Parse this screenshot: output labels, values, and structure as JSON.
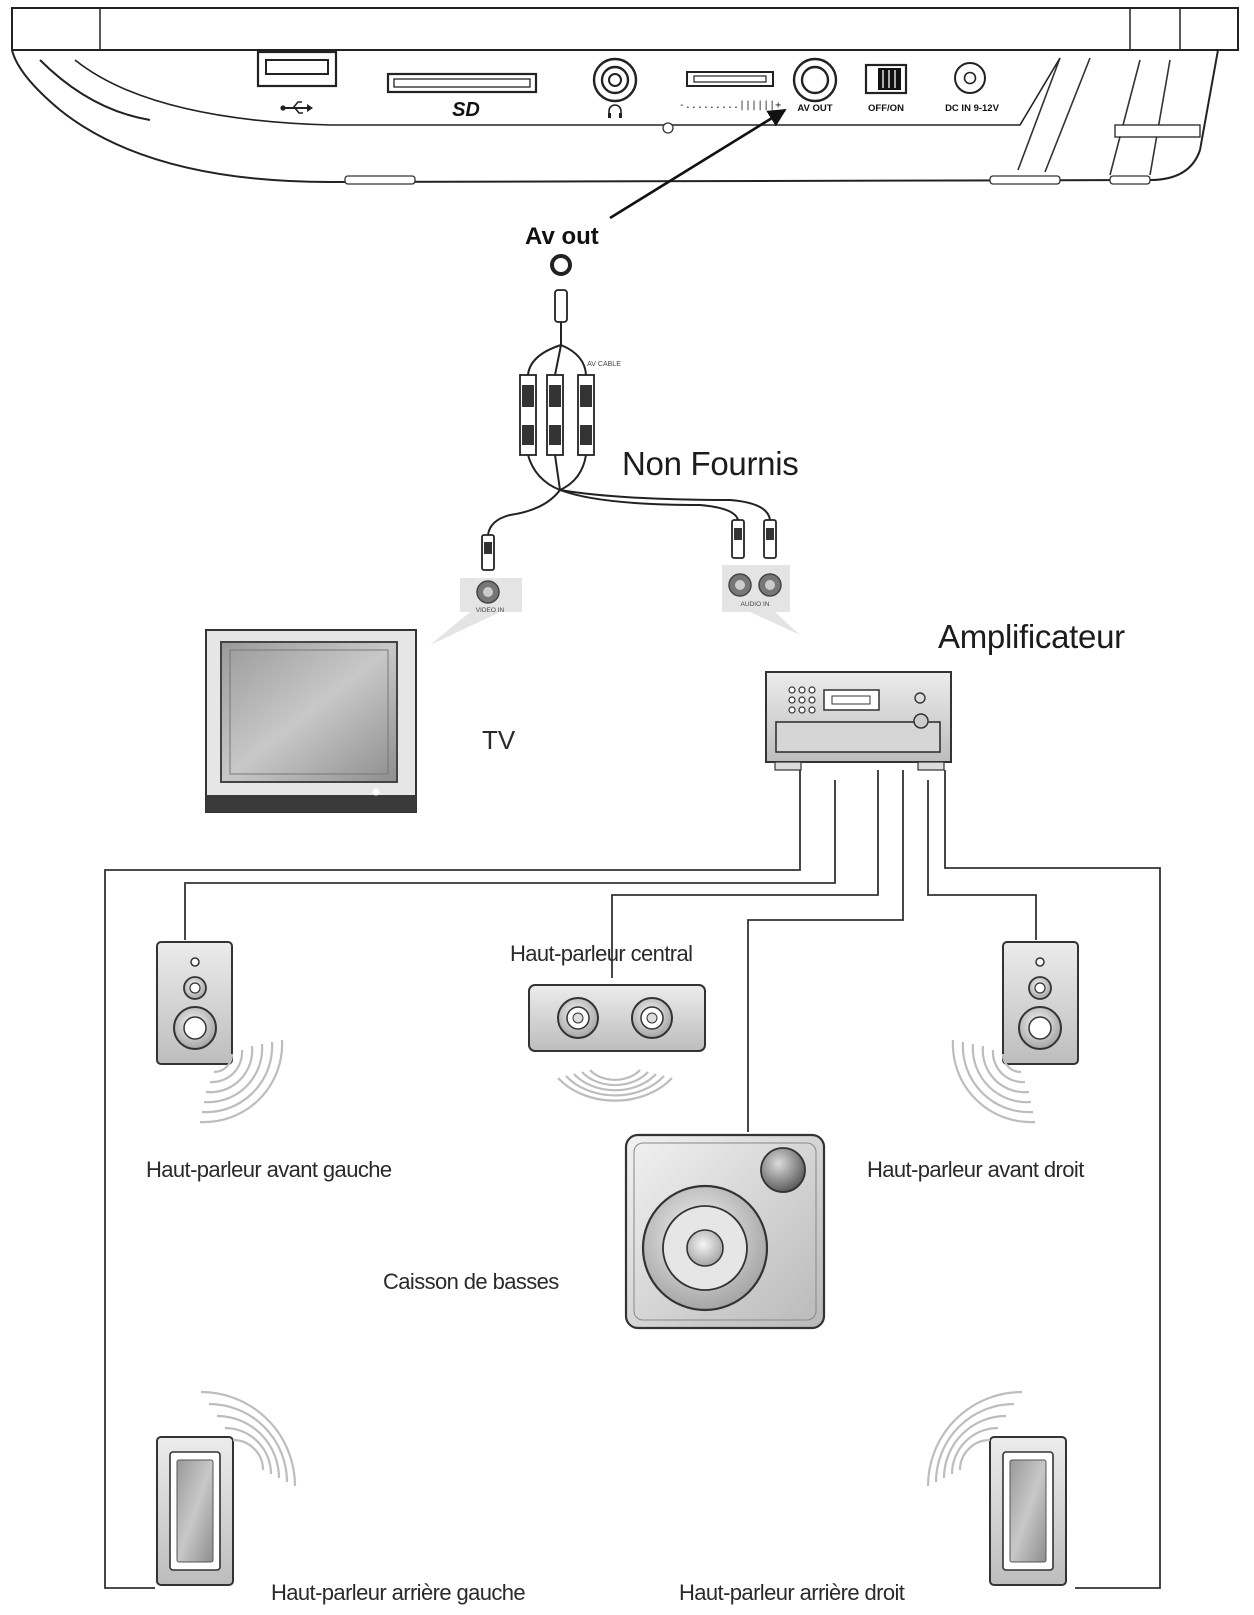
{
  "device_ports": {
    "usb_icon": "usb-icon",
    "sd_label": "SD",
    "headphone_icon": "headphone-icon",
    "volume_label": "-.........||||||+",
    "av_out_label": "AV OUT",
    "switch_label": "OFF/ON",
    "dc_in_label": "DC IN 9-12V"
  },
  "av_out_callout": "Av out",
  "cable_label": "AV CABLE",
  "non_fournis_label": "Non Fournis",
  "video_in_label": "VIDEO IN",
  "audio_in_label": "AUDIO IN",
  "tv_label": "TV",
  "amplifier_label": "Amplificateur",
  "speakers": {
    "front_left": "Haut-parleur avant gauche",
    "center": "Haut-parleur central",
    "front_right": "Haut-parleur avant droit",
    "subwoofer": "Caisson de basses",
    "rear_left": "Haut-parleur arrière gauche",
    "rear_right": "Haut-parleur arrière droit"
  }
}
